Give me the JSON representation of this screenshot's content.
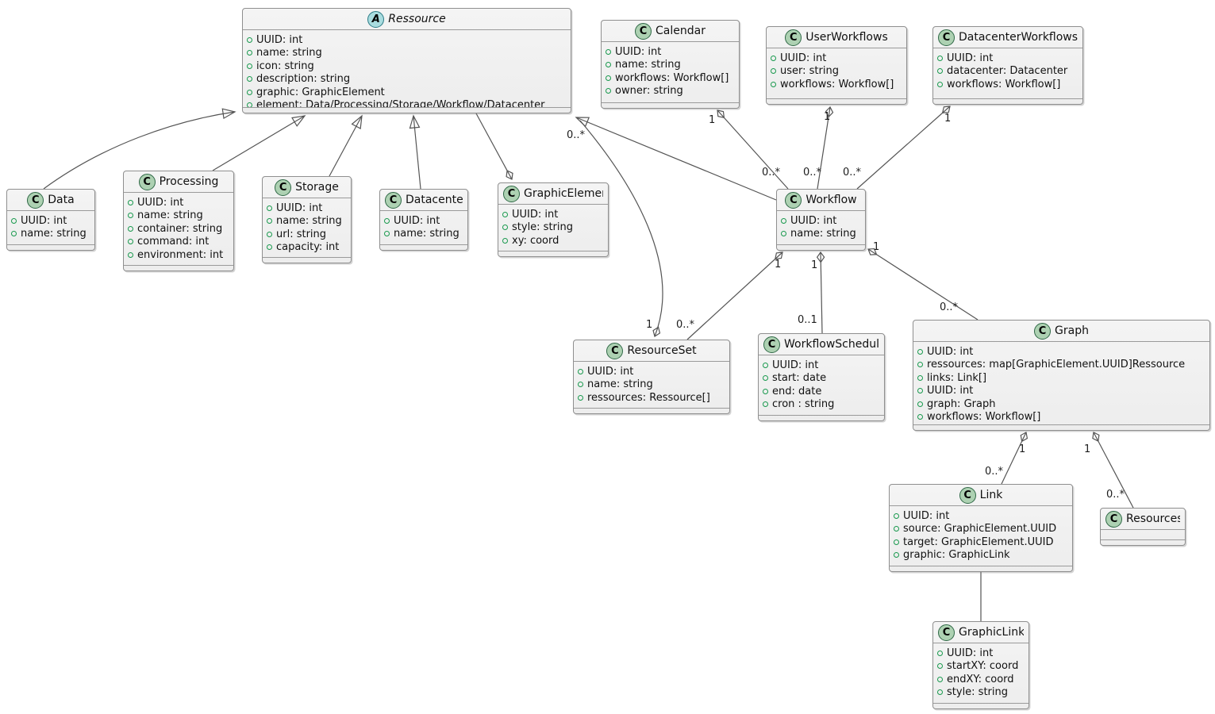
{
  "icons": {
    "class_letter": "C",
    "abstract_letter": "A"
  },
  "colors": {
    "class_icon_fill": "#ADD1B2",
    "abstract_icon_fill": "#A9DCDF",
    "box_fill": "#F1F1F1",
    "box_border": "#8F8F8F",
    "edge_color": "#545454",
    "field_icon_green": "#18994D",
    "background": "#FFFFFF"
  },
  "classes": {
    "ressource": {
      "name": "Ressource",
      "stereotype": "abstract",
      "attrs": [
        "UUID: int",
        "name: string",
        "icon: string",
        "description: string",
        "graphic: GraphicElement",
        "element: Data/Processing/Storage/Workflow/Datacenter"
      ]
    },
    "data": {
      "name": "Data",
      "stereotype": "class",
      "attrs": [
        "UUID: int",
        "name: string"
      ]
    },
    "processing": {
      "name": "Processing",
      "stereotype": "class",
      "attrs": [
        "UUID: int",
        "name: string",
        "container: string",
        "command: int",
        "environment: int"
      ]
    },
    "storage": {
      "name": "Storage",
      "stereotype": "class",
      "attrs": [
        "UUID: int",
        "name: string",
        "url: string",
        "capacity: int"
      ]
    },
    "datacenter": {
      "name": "Datacenter",
      "stereotype": "class",
      "attrs": [
        "UUID: int",
        "name: string"
      ]
    },
    "graphicelement": {
      "name": "GraphicElement",
      "stereotype": "class",
      "attrs": [
        "UUID: int",
        "style: string",
        "xy: coord"
      ]
    },
    "calendar": {
      "name": "Calendar",
      "stereotype": "class",
      "attrs": [
        "UUID: int",
        "name: string",
        "workflows: Workflow[]",
        "owner: string"
      ]
    },
    "userworkflows": {
      "name": "UserWorkflows",
      "stereotype": "class",
      "attrs": [
        "UUID: int",
        "user: string",
        "workflows: Workflow[]"
      ]
    },
    "datacenterworkflows": {
      "name": "DatacenterWorkflows",
      "stereotype": "class",
      "attrs": [
        "UUID: int",
        "datacenter: Datacenter",
        "workflows: Workflow[]"
      ]
    },
    "workflow": {
      "name": "Workflow",
      "stereotype": "class",
      "attrs": [
        "UUID: int",
        "name: string"
      ]
    },
    "resourceset": {
      "name": "ResourceSet",
      "stereotype": "class",
      "attrs": [
        "UUID: int",
        "name: string",
        "ressources: Ressource[]"
      ]
    },
    "workflowschedule": {
      "name": "WorkflowSchedule",
      "stereotype": "class",
      "attrs": [
        "UUID: int",
        "start: date",
        "end: date",
        "cron : string"
      ]
    },
    "graph": {
      "name": "Graph",
      "stereotype": "class",
      "attrs": [
        "UUID: int",
        "ressources: map[GraphicElement.UUID]Ressource",
        "links: Link[]",
        "UUID: int",
        "graph: Graph",
        "workflows: Workflow[]"
      ]
    },
    "link": {
      "name": "Link",
      "stereotype": "class",
      "attrs": [
        "UUID: int",
        "source: GraphicElement.UUID",
        "target: GraphicElement.UUID",
        "graphic: GraphicLink"
      ]
    },
    "resources": {
      "name": "Resources",
      "stereotype": "class",
      "attrs": []
    },
    "graphiclink": {
      "name": "GraphicLink",
      "stereotype": "class",
      "attrs": [
        "UUID: int",
        "startXY: coord",
        "endXY: coord",
        "style: string"
      ]
    }
  },
  "edges": {
    "data_ressource": {
      "type": "extends"
    },
    "processing_ressource": {
      "type": "extends"
    },
    "storage_ressource": {
      "type": "extends"
    },
    "datacenter_ressource": {
      "type": "extends"
    },
    "workflow_ressource": {
      "type": "extends"
    },
    "ressource_graphicelement": {
      "type": "aggregation",
      "diamond_at": "graphicelement"
    },
    "ressource_resourceset": {
      "type": "aggregation",
      "diamond_at": "resourceset",
      "at_ressource": "0..*",
      "at_resourceset": "1"
    },
    "calendar_workflow": {
      "type": "aggregation",
      "diamond_at": "calendar",
      "at_calendar": "1",
      "at_workflow": "0..*"
    },
    "userworkflows_workflow": {
      "type": "aggregation",
      "diamond_at": "userworkflows",
      "at_userworkflows": "1",
      "at_workflow": "0..*"
    },
    "datacenterworkflows_workflow": {
      "type": "aggregation",
      "diamond_at": "datacenterworkflows",
      "at_datacenterworkflows": "1",
      "at_workflow": "0..*"
    },
    "workflow_resourceset": {
      "type": "aggregation",
      "diamond_at": "workflow",
      "at_workflow": "1",
      "at_resourceset": "0..*"
    },
    "workflow_workflowschedule": {
      "type": "aggregation",
      "diamond_at": "workflow",
      "at_workflow": "1",
      "at_workflowschedule": "0..1"
    },
    "workflow_graph": {
      "type": "aggregation",
      "diamond_at": "workflow",
      "at_workflow": "1",
      "at_graph": "0..*"
    },
    "graph_link": {
      "type": "aggregation",
      "diamond_at": "graph",
      "at_graph": "1",
      "at_link": "0..*"
    },
    "graph_resources": {
      "type": "aggregation",
      "diamond_at": "graph",
      "at_graph": "1",
      "at_resources": "0..*"
    },
    "link_graphiclink": {
      "type": "association"
    }
  }
}
